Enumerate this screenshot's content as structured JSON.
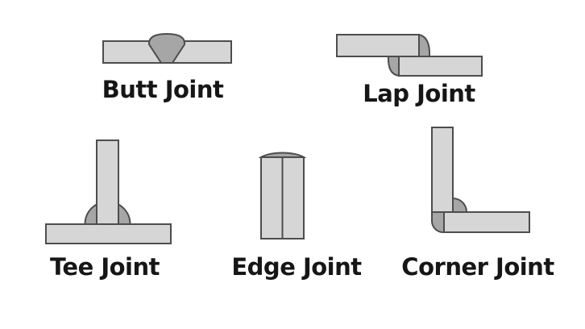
{
  "joints": [
    {
      "id": "butt",
      "label": "Butt Joint"
    },
    {
      "id": "lap",
      "label": "Lap Joint"
    },
    {
      "id": "tee",
      "label": "Tee Joint"
    },
    {
      "id": "edge",
      "label": "Edge Joint"
    },
    {
      "id": "corner",
      "label": "Corner Joint"
    }
  ],
  "colors": {
    "background": "#ffffff",
    "plate_fill": "#d6d6d6",
    "weld_fill": "#a6a6a6",
    "outline": "#4d4d4d",
    "text": "#161616"
  }
}
